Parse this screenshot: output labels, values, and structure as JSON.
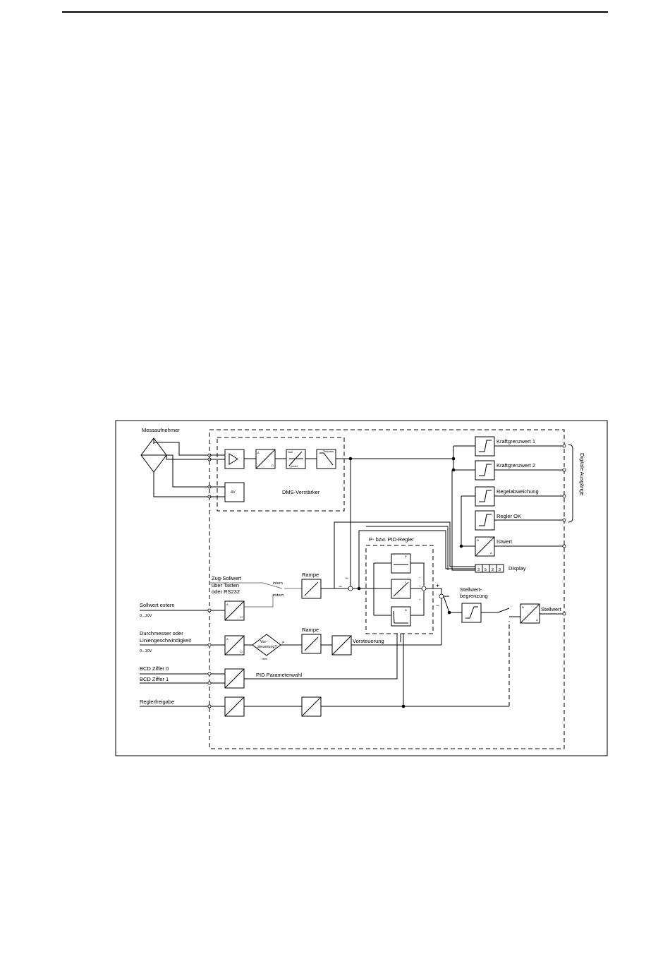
{
  "labels": {
    "messaufnehmer": "Messaufnehmer",
    "dms_verstaerker": "DMS-Verstärker",
    "excitation": "4V",
    "kraftgrenzwert_1": "Kraftgrenzwert 1",
    "kraftgrenzwert_2": "Kraftgrenzwert 2",
    "regelabweichung": "Regelabweichung",
    "regler_ok": "Regler OK",
    "istwert": "Istwert",
    "digitale_ausgaenge": "Digitale Ausgänge",
    "display": "Display",
    "display_digits": [
      "3",
      "5",
      "2",
      "3"
    ],
    "pid_regler": "P- bzw. PID-Regler",
    "zug_sollwert": "Zug-Sollwert",
    "ueber_tasten": "über Tasten",
    "oder_rs232": "oder RS232",
    "intern": "intern",
    "extern": "extern",
    "rampe_1": "Rampe",
    "rampe_2": "Rampe",
    "sollwert_extern": "Sollwert extern",
    "range_1": "0...10V",
    "durchmesser_1": "Durchmesser oder",
    "durchmesser_2": "Liniengeschwindigkeit",
    "range_2": "0...10V",
    "vorsteuerung_q1": "Vor-",
    "vorsteuerung_q2": "steuerung?",
    "ja": "ja",
    "nein": "Nein",
    "vorsteuerung": "Vorsteuerung",
    "bcd_0": "BCD Ziffer 0",
    "bcd_1": "BCD Ziffer 1",
    "pid_parameterwahl": "PID Parameterwahl",
    "reglerfreigabe": "Reglerfreigabe",
    "stellwertbegrenzung_1": "Stellwert-",
    "stellwertbegrenzung_2": "begrenzung",
    "stellwert": "Stellwert",
    "p": "P",
    "i": "I",
    "d": "D",
    "a": "A",
    "nullpunkt_1": "Null",
    "nullpunkt_2": "punkt",
    "tiefpass": "Tiefpass",
    "minus_1": "−",
    "minus_2": "−",
    "plus_1": "+",
    "plus_2": "+",
    "plus_3": "+",
    "plus_4": "+",
    "minus_3": "−"
  }
}
